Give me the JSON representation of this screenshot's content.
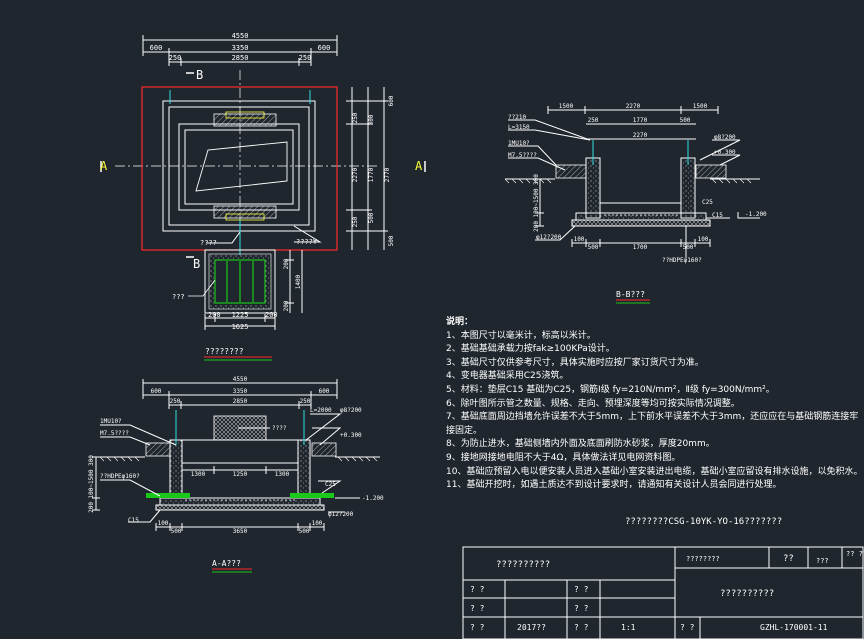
{
  "colors": {
    "background": "#1f262d",
    "line": "#ffffff",
    "red": "#ff2a2a",
    "green": "#19c819",
    "cyan": "#33e0e0",
    "yellow": "#ffff40",
    "magenta": "#ff40ff"
  },
  "plan": {
    "dims_top": {
      "total": "4550",
      "left": "600",
      "mid": "3350",
      "right": "600",
      "inner_left": "250",
      "inner_mid": "2850",
      "inner_right": "250"
    },
    "dims_right": {
      "top": "600",
      "a": "250",
      "b": "300",
      "c": "2270",
      "d": "1770",
      "e": "500",
      "f": "250",
      "total": "2770",
      "bottom": "500"
    },
    "section_marker_b": "B",
    "section_marker_a": "A",
    "label_left": "????",
    "label_right": "????¥",
    "pit_label": "???",
    "pit_dims": {
      "left": "200",
      "mid": "1225",
      "right": "200",
      "total": "1625",
      "h1": "200",
      "h2": "1400",
      "h3": "200"
    },
    "caption": "????????"
  },
  "section_bb": {
    "dims_top": {
      "left": "1500",
      "mid": "2270",
      "right": "1500"
    },
    "dims_inner": {
      "a": "250",
      "b": "1770",
      "c": "500",
      "total": "2270"
    },
    "labels": {
      "l1": "??210",
      "l2": "L=3150",
      "l3": "1MU10?",
      "l4": "M7.5????",
      "pipe": "φ8?200",
      "elev1": "+0.300",
      "elev2": "-1.200",
      "c25": "C25",
      "c15": "C15",
      "bottom_pipe": "φ12?200",
      "bottom_note": "??HDPEφ160?"
    },
    "dims_bottom": {
      "a": "100",
      "b": "500",
      "c": "1700",
      "d": "500",
      "e": "100"
    },
    "dims_left": "200 100~1500  300",
    "caption": "B-B???"
  },
  "section_aa": {
    "dims_top": {
      "total": "4550",
      "left": "600",
      "mid": "3350",
      "right": "600",
      "inner_left": "250",
      "inner_mid": "2850",
      "inner_right": "250"
    },
    "labels": {
      "l1": "1MU10?",
      "l2": "M7.5????",
      "l3": "L=2000",
      "pipe": "φ8?200",
      "fill": "????",
      "elev1": "+0.300",
      "elev2": "-1.200",
      "c25": "C25",
      "c15": "C15",
      "note": "??HDPEφ160?",
      "bottom_pipe": "φ12?200"
    },
    "dims_inner": {
      "a": "1300",
      "b": "1250",
      "c": "1300"
    },
    "dims_bottom": {
      "a": "100",
      "b": "500",
      "c": "3650",
      "d": "500",
      "e": "100"
    },
    "dims_left": "200 100~1500  300",
    "caption": "A-A???"
  },
  "notes": {
    "title": "说明：",
    "items": [
      "1、本图尺寸以毫米计，标高以米计。",
      "2、基础基础承载力按fak≥100KPa设计。",
      "3、基础尺寸仅供参考尺寸，具体实施时应按厂家订货尺寸为准。",
      "4、变电器基础采用C25浇筑。",
      "5、材料：垫层C15  基础为C25，钢筋Ⅰ级 fy=210N/mm²，Ⅱ级 fy=300N/mm²。",
      "6、除叶图所示管之数量、规格、走向、预埋深度等均可按实际情况调整。",
      "7、基础底面周边挡墙允许误差不大于5mm，上下前水平误差不大于3mm，还应应在与基础钢筋连接牢",
      "   接固定。",
      "8、为防止进水，基础侧墙内外面及底面刷防水砂浆，厚度20mm。",
      "9、接地网接地电阻不大于4Ω，具体做法详见电网资料图。",
      "10、基础应预留入电以便安装人员进入基础小室安装进出电缆，基础小室应留设有排水设施，以免积水。",
      "11、基础开挖时，如遇土质达不到设计要求时，请通知有关设计人员会同进行处理。"
    ]
  },
  "reference": "????????CSG-10YK-YO-16???????",
  "title_block": {
    "project": "??????????",
    "r1c1": "????????",
    "r1c2": "??",
    "r1c3": "???",
    "r1c4": "??\n??",
    "drawing_name": "??????????",
    "label_a": "? ?",
    "label_b": "? ?",
    "label_c": "? ?",
    "label_d": "? ?",
    "label_e": "? ?",
    "label_f": "? ?",
    "date": "2017??",
    "label_scale": "? ?",
    "scale": "1:1",
    "label_no": "? ?",
    "drawing_no": "GZHL-170001-11"
  }
}
